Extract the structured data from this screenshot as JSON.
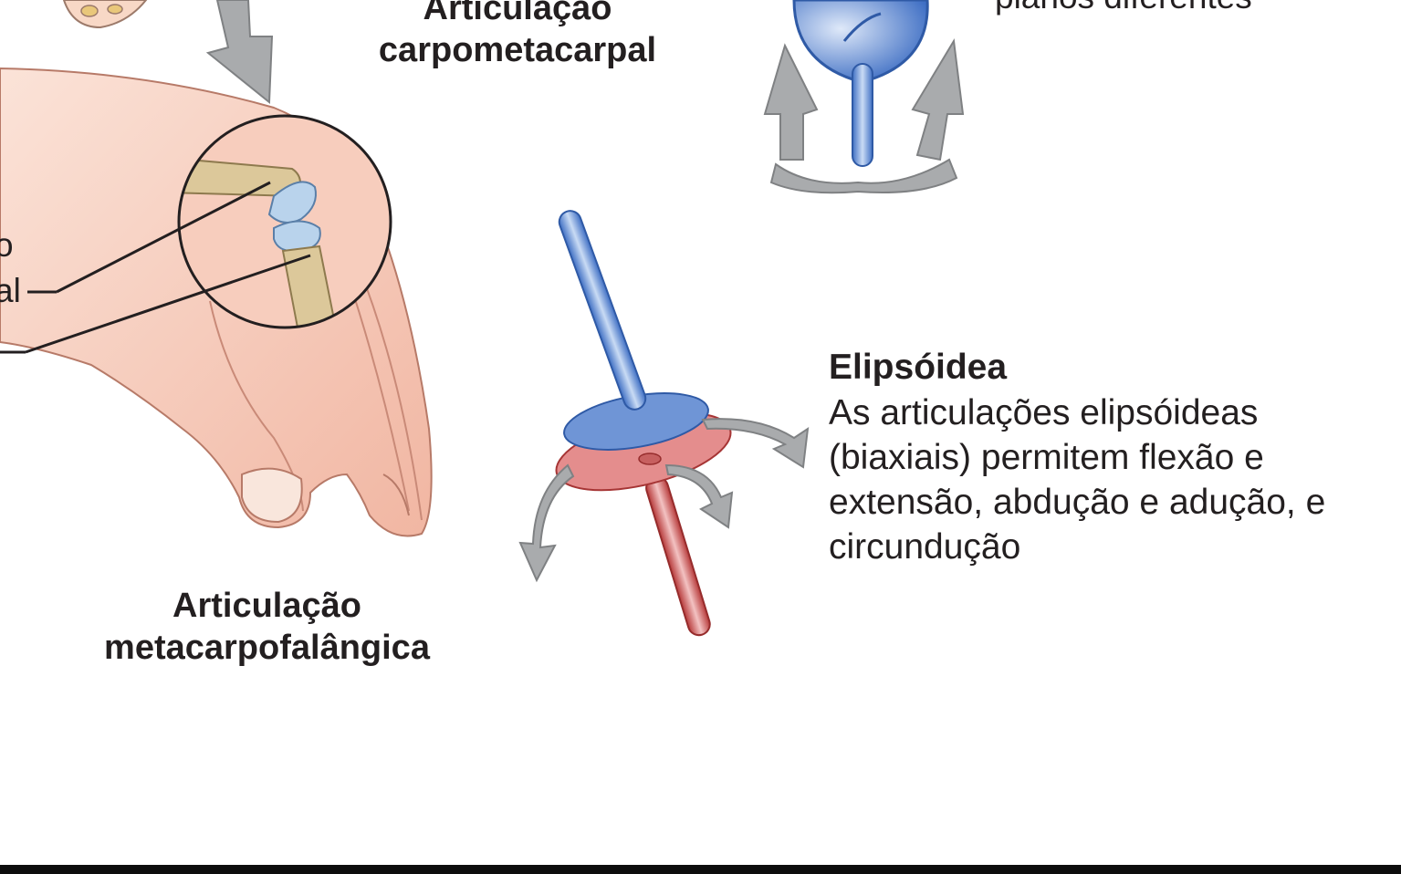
{
  "labels": {
    "carpometacarpal": "Articulação\ncarpometacarpal",
    "metacarpophalangeal": "Articulação\nmetacarpofalângica",
    "top_right_fragment": "planos diferentes",
    "left_fragment_1": "o",
    "left_fragment_2": "al"
  },
  "ellipsoid": {
    "title": "Elipsóidea",
    "description": "As articulações elipsóideas (biaxiais) permitem flexão e extensão, abdução e adução, e circundução"
  },
  "colors": {
    "skin": "#f6c9b6",
    "bone": "#dcc89a",
    "cartilage": "#b9d3ec",
    "blue_model": "#6f95d6",
    "red_model": "#d65d5d",
    "arrow_gray": "#a9abad",
    "text": "#231f20"
  }
}
